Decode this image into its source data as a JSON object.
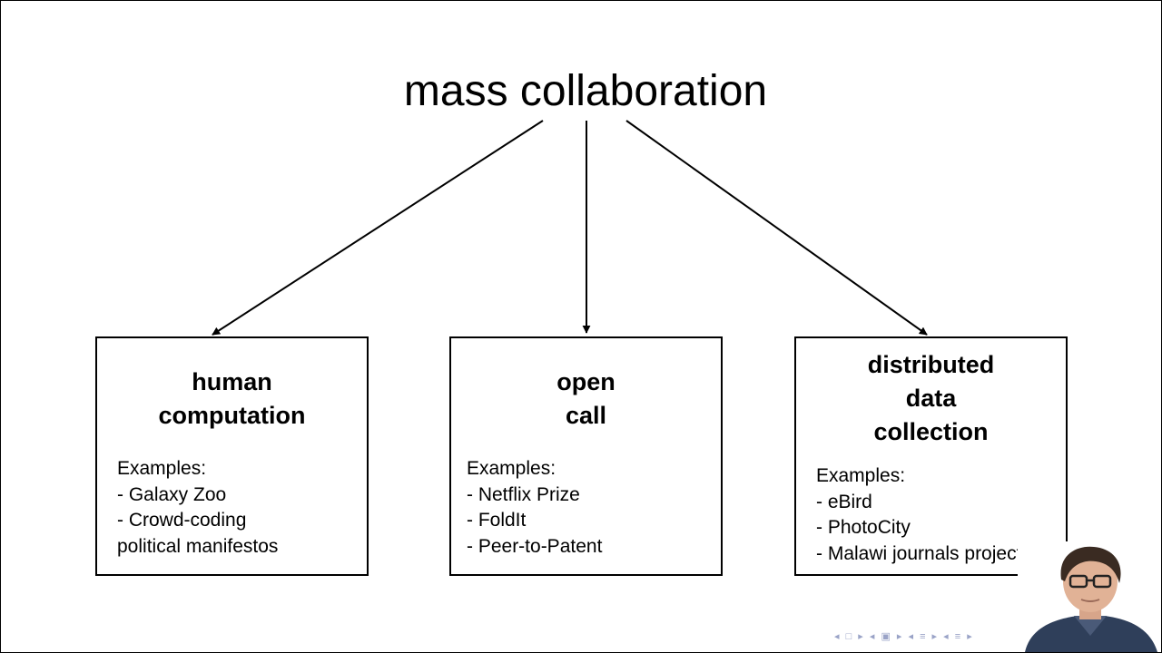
{
  "title": "mass collaboration",
  "boxes": [
    {
      "title_lines": [
        "human",
        "computation"
      ],
      "examples": [
        "Examples:",
        "- Galaxy Zoo",
        "- Crowd-coding",
        "political manifestos"
      ]
    },
    {
      "title_lines": [
        "open",
        "call"
      ],
      "examples": [
        "Examples:",
        "- Netflix Prize",
        "- FoldIt",
        "- Peer-to-Patent"
      ]
    },
    {
      "title_lines": [
        "distributed",
        "data",
        "collection"
      ],
      "examples": [
        "Examples:",
        "- eBird",
        "- PhotoCity",
        "- Malawi journals project"
      ]
    }
  ],
  "navigation": {
    "icons": [
      "nav-first-icon",
      "nav-frame-icon",
      "nav-section-icon",
      "nav-subsection-icon",
      "nav-slides-icon",
      "nav-search-icon"
    ]
  },
  "presenter": {
    "icon": "presenter-webcam-icon"
  }
}
